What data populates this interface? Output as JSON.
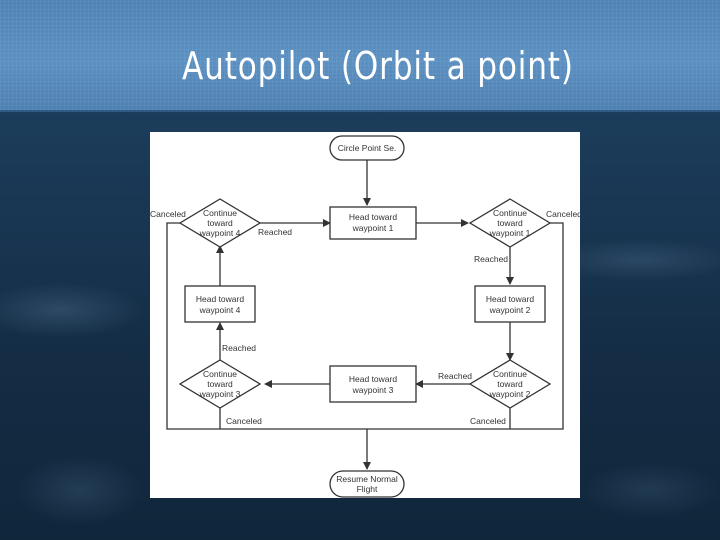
{
  "slide": {
    "title": "Autopilot (Orbit a point)"
  },
  "diagram": {
    "nodes": {
      "start": "Circle Point Se.",
      "head1": [
        "Head toward",
        "waypoint 1"
      ],
      "head2": [
        "Head toward",
        "waypoint 2"
      ],
      "head3": [
        "Head toward",
        "waypoint 3"
      ],
      "head4": [
        "Head toward",
        "waypoint 4"
      ],
      "cont1": [
        "Continue",
        "toward",
        "waypoint 1"
      ],
      "cont2": [
        "Continue",
        "toward",
        "waypoint 2"
      ],
      "cont3": [
        "Continue",
        "toward",
        "waypoint 3"
      ],
      "cont4": [
        "Continue",
        "toward",
        "waypoint 4"
      ],
      "end": [
        "Resume Normal",
        "Flight"
      ]
    },
    "edge_labels": {
      "reached": "Reached",
      "canceled": "Canceled",
      "canceled_bottom": "Canceled"
    }
  },
  "colors": {
    "title_band": "#5b90c2",
    "background": "#163149",
    "line": "#333333"
  }
}
